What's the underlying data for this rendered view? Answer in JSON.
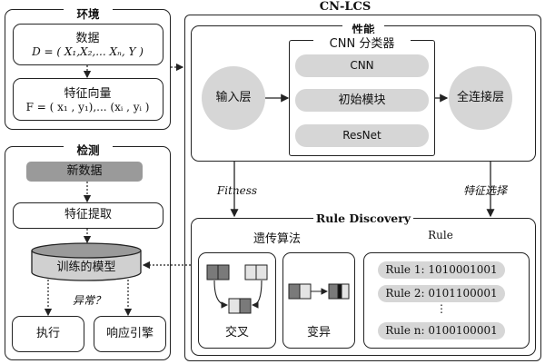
{
  "env": {
    "title": "环境",
    "data_label": "数据",
    "data_formula": "D = ( X₁,X₂,... Xₙ, Y )",
    "feature_label": "特征向量",
    "feature_formula": "F = ( x₁ , y₁),... (xᵢ , yᵢ )"
  },
  "detect": {
    "title": "检测",
    "new_data": "新数据",
    "extract": "特征提取",
    "model": "训练的模型",
    "anomaly": "异常？",
    "execute": "执行",
    "engine": "响应引擎"
  },
  "cnlcs": {
    "title": "CN-LCS",
    "perf_title": "性能",
    "cnn_title": "CNN 分类器",
    "cnn_items": [
      "CNN",
      "初始模块",
      "ResNet"
    ],
    "input_layer": "输入层",
    "fc_layer": "全连接层",
    "fitness": "Fitness",
    "feature_select": "特征选择",
    "rule_discovery": "Rule Discovery",
    "ga_title": "遗传算法",
    "rule_title": "Rule",
    "crossover": "交叉",
    "mutation": "变异",
    "rules": [
      "Rule 1: 1010001001",
      "Rule 2: 0101100001",
      "Rule n: 0100100001"
    ],
    "ellipsis": "⋮"
  }
}
